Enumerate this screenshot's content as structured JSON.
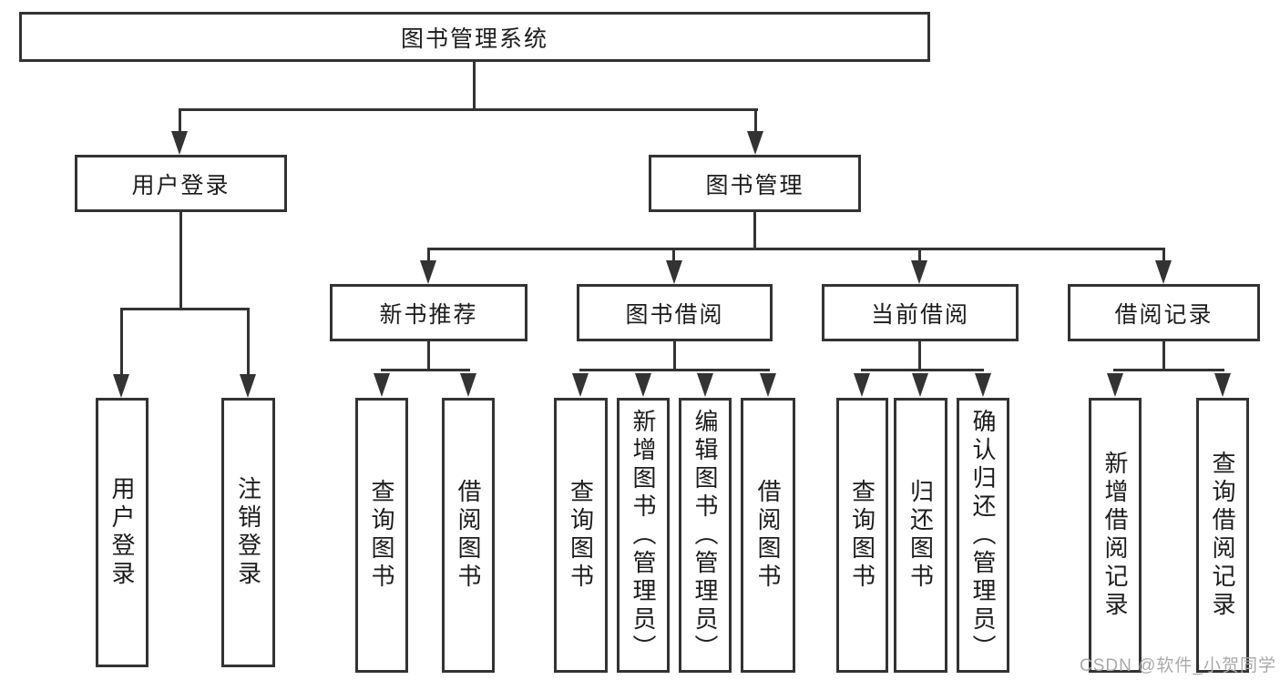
{
  "diagram": {
    "title": "图书管理系统",
    "level2": [
      "用户登录",
      "图书管理"
    ],
    "level3": [
      "新书推荐",
      "图书借阅",
      "当前借阅",
      "借阅记录"
    ],
    "leaves": {
      "user_login": [
        "用户登录",
        "注销登录"
      ],
      "new_books": [
        "查询图书",
        "借阅图书"
      ],
      "book_borrowing": [
        "查询图书",
        "新增图书（管理员）",
        "编辑图书（管理员）",
        "借阅图书"
      ],
      "current_borrowing": [
        "查询图书",
        "归还图书",
        "确认归还（管理员）"
      ],
      "borrowing_records": [
        "新增借阅记录",
        "查询借阅记录"
      ]
    },
    "watermark": "CSDN @软件_小贺同学",
    "colors": {
      "line": "#333333",
      "text": "#1c1c1c",
      "watermark": "#a9a9a9",
      "background": "#ffffff"
    }
  }
}
